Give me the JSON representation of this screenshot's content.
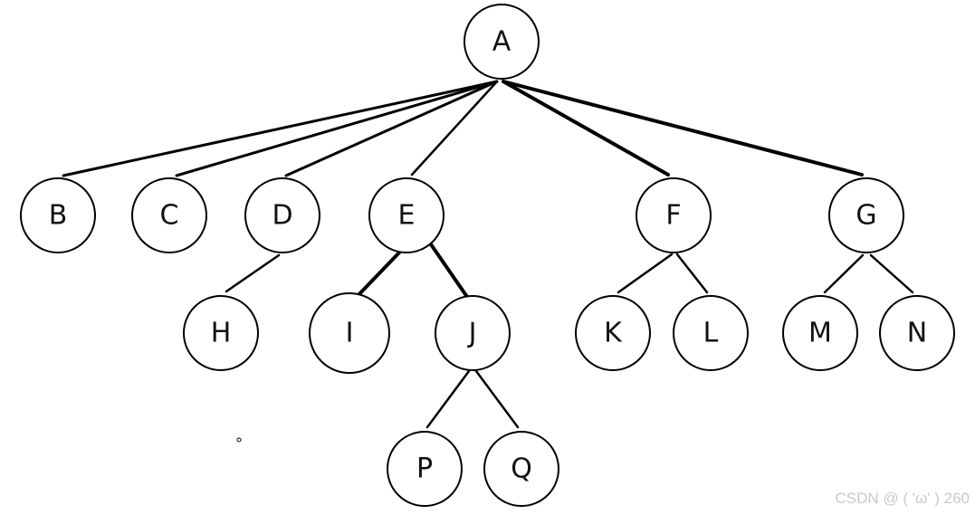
{
  "diagram": {
    "type": "tree",
    "nodes": [
      {
        "id": "A",
        "label": "A"
      },
      {
        "id": "B",
        "label": "B"
      },
      {
        "id": "C",
        "label": "C"
      },
      {
        "id": "D",
        "label": "D"
      },
      {
        "id": "E",
        "label": "E"
      },
      {
        "id": "F",
        "label": "F"
      },
      {
        "id": "G",
        "label": "G"
      },
      {
        "id": "H",
        "label": "H"
      },
      {
        "id": "I",
        "label": "I",
        "highlighted": true
      },
      {
        "id": "J",
        "label": "J"
      },
      {
        "id": "K",
        "label": "K"
      },
      {
        "id": "L",
        "label": "L"
      },
      {
        "id": "M",
        "label": "M"
      },
      {
        "id": "N",
        "label": "N"
      },
      {
        "id": "P",
        "label": "P"
      },
      {
        "id": "Q",
        "label": "Q"
      }
    ],
    "edges": [
      {
        "from": "A",
        "to": "B"
      },
      {
        "from": "A",
        "to": "C"
      },
      {
        "from": "A",
        "to": "D"
      },
      {
        "from": "A",
        "to": "E"
      },
      {
        "from": "A",
        "to": "F"
      },
      {
        "from": "A",
        "to": "G"
      },
      {
        "from": "D",
        "to": "H"
      },
      {
        "from": "E",
        "to": "I"
      },
      {
        "from": "E",
        "to": "J"
      },
      {
        "from": "J",
        "to": "P"
      },
      {
        "from": "J",
        "to": "Q"
      },
      {
        "from": "F",
        "to": "K"
      },
      {
        "from": "F",
        "to": "L"
      },
      {
        "from": "G",
        "to": "M"
      },
      {
        "from": "G",
        "to": "N"
      }
    ]
  },
  "watermark": "CSDN @ ( 'ω' ) 260"
}
